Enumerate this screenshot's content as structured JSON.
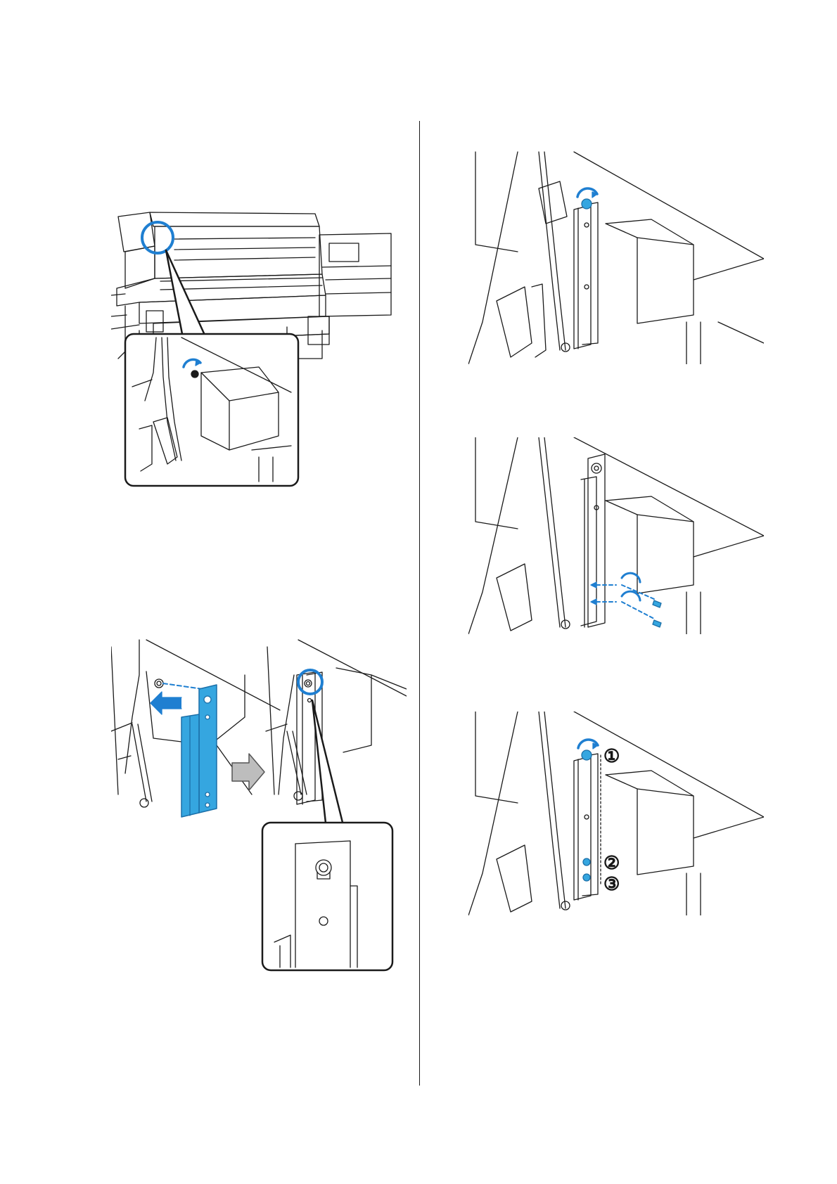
{
  "colors": {
    "accent": "#1f7fd1",
    "part": "#35a6e0",
    "part_dark": "#1b6fa8",
    "line": "#1a1a1a",
    "arrow_fill": "#bdbdbd"
  },
  "figures": {
    "step_right_4": {
      "callouts": [
        "①",
        "②",
        "③"
      ]
    }
  }
}
